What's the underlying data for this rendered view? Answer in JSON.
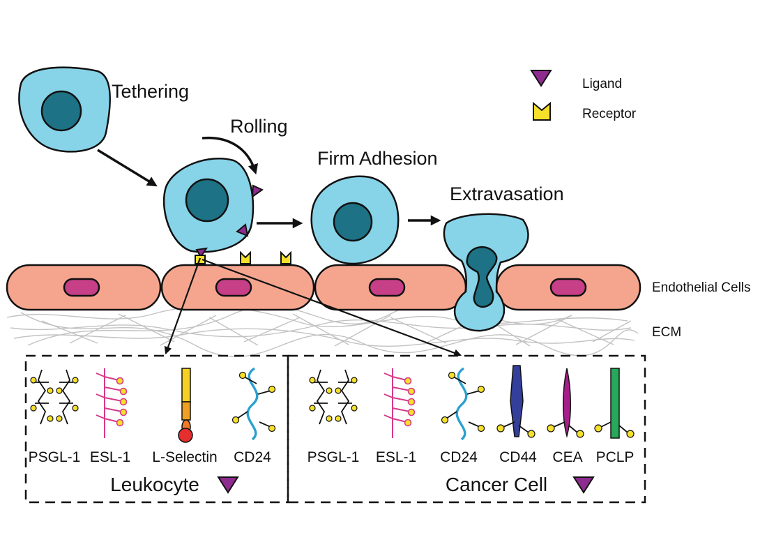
{
  "stages": {
    "tethering": "Tethering",
    "rolling": "Rolling",
    "firm_adhesion": "Firm Adhesion",
    "extravasation": "Extravasation"
  },
  "legend": {
    "ligand": "Ligand",
    "receptor": "Receptor"
  },
  "layers": {
    "endothelial": "Endothelial Cells",
    "ecm": "ECM"
  },
  "panels": {
    "leukocyte": {
      "title": "Leukocyte",
      "molecules": [
        "PSGL-1",
        "ESL-1",
        "L-Selectin",
        "CD24"
      ]
    },
    "cancer": {
      "title": "Cancer Cell",
      "molecules": [
        "PSGL-1",
        "ESL-1",
        "CD24",
        "CD44",
        "CEA",
        "PCLP"
      ]
    }
  },
  "colors": {
    "cell": "#87d3e8",
    "nucleus": "#1e7285",
    "endothelium": "#f5a58e",
    "endothelial_nucleus": "#c63f87",
    "ligand": "#8e2b8f",
    "receptor": "#f5e02a",
    "ecm_fibers": "#c2c2c2"
  }
}
